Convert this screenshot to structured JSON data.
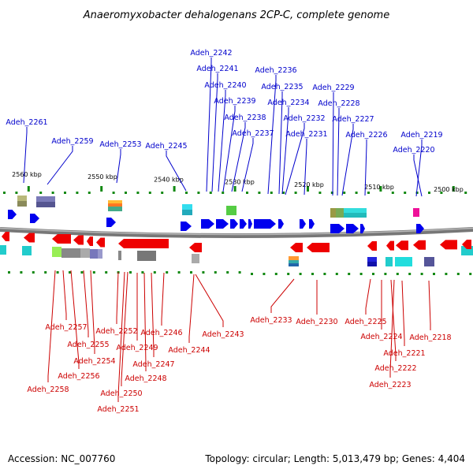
{
  "title": "Anaeromyxobacter dehalogenans 2CP-C, complete genome",
  "footer": {
    "accession": "Accession: NC_007760",
    "summary": "Topology: circular; Length: 5,013,479 bp; Genes: 4,404"
  },
  "colors": {
    "forward_gene": "#0000ee",
    "reverse_gene": "#ee0000",
    "backbone": "#888888",
    "tick": "#118811",
    "top_label": "#0000cc",
    "bottom_label": "#cc0000"
  },
  "ruler": [
    {
      "label": "2560 kbp"
    },
    {
      "label": "2550 kbp"
    },
    {
      "label": "2540 kbp"
    },
    {
      "label": "2530 kbp"
    },
    {
      "label": "2520 kbp"
    },
    {
      "label": "2510 kbp"
    },
    {
      "label": "2500 kbp"
    }
  ],
  "genes": {
    "top": [
      "Adeh_2261",
      "Adeh_2259",
      "Adeh_2253",
      "Adeh_2245",
      "Adeh_2242",
      "Adeh_2241",
      "Adeh_2240",
      "Adeh_2239",
      "Adeh_2238",
      "Adeh_2237",
      "Adeh_2236",
      "Adeh_2235",
      "Adeh_2234",
      "Adeh_2232",
      "Adeh_2231",
      "Adeh_2229",
      "Adeh_2228",
      "Adeh_2227",
      "Adeh_2226",
      "Adeh_2219",
      "Adeh_2220"
    ],
    "bottom": [
      "Adeh_2258",
      "Adeh_2257",
      "Adeh_2256",
      "Adeh_2255",
      "Adeh_2254",
      "Adeh_2252",
      "Adeh_2251",
      "Adeh_2250",
      "Adeh_2249",
      "Adeh_2248",
      "Adeh_2247",
      "Adeh_2246",
      "Adeh_2244",
      "Adeh_2243",
      "Adeh_2233",
      "Adeh_2230",
      "Adeh_2225",
      "Adeh_2224",
      "Adeh_2223",
      "Adeh_2222",
      "Adeh_2221",
      "Adeh_2218"
    ]
  }
}
